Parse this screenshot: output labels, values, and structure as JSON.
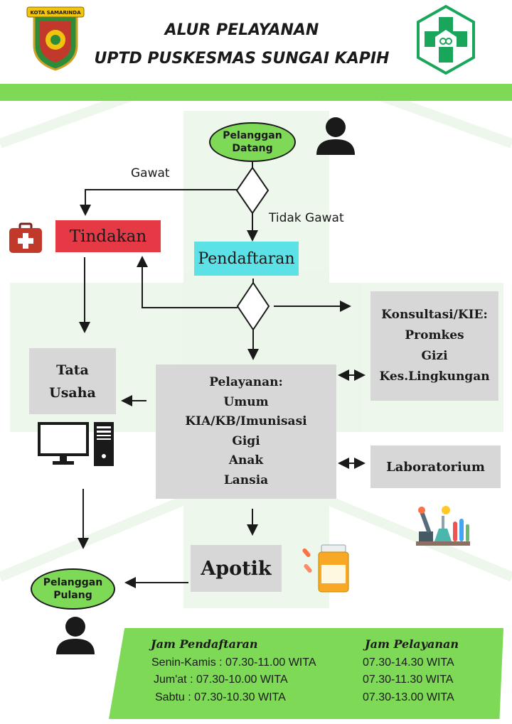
{
  "header": {
    "title_line1": "ALUR PELAYANAN",
    "title_line2": "UPTD PUSKESMAS SUNGAI KAPIH",
    "left_logo_caption": "KOTA SAMARINDA"
  },
  "flow": {
    "start": "Pelanggan Datang",
    "branch_emergency": "Gawat",
    "branch_non_emergency": "Tidak Gawat",
    "tindakan": "Tindakan",
    "pendaftaran": "Pendaftaran",
    "konsultasi": [
      "Konsultasi/KIE:",
      "Promkes",
      "Gizi",
      "Kes.Lingkungan"
    ],
    "tata_usaha": [
      "Tata",
      "Usaha"
    ],
    "pelayanan": [
      "Pelayanan:",
      "Umum",
      "KIA/KB/Imunisasi",
      "Gigi",
      "Anak",
      "Lansia"
    ],
    "laboratorium": "Laboratorium",
    "apotik": "Apotik",
    "end": "Pelanggan Pulang"
  },
  "hours": {
    "registration_heading": "Jam Pendaftaran",
    "service_heading": "Jam Pelayanan",
    "registration_rows": [
      "Senin-Kamis : 07.30-11.00 WITA",
      "Jum'at : 07.30-10.00 WITA",
      "Sabtu : 07.30-10.30 WITA"
    ],
    "service_rows": [
      "07.30-14.30 WITA",
      "07.30-11.30 WITA",
      "07.30-13.00 WITA"
    ]
  },
  "colors": {
    "green": "#7ed957",
    "red": "#e63946",
    "cyan": "#5ce1e6",
    "gray": "#d7d7d7",
    "logo_green": "#1aa65a"
  },
  "icons": [
    "regional-emblem-icon",
    "puskesmas-logo-icon",
    "person-icon",
    "first-aid-kit-icon",
    "computer-icon",
    "laboratory-icon",
    "medicine-bottle-icon"
  ]
}
